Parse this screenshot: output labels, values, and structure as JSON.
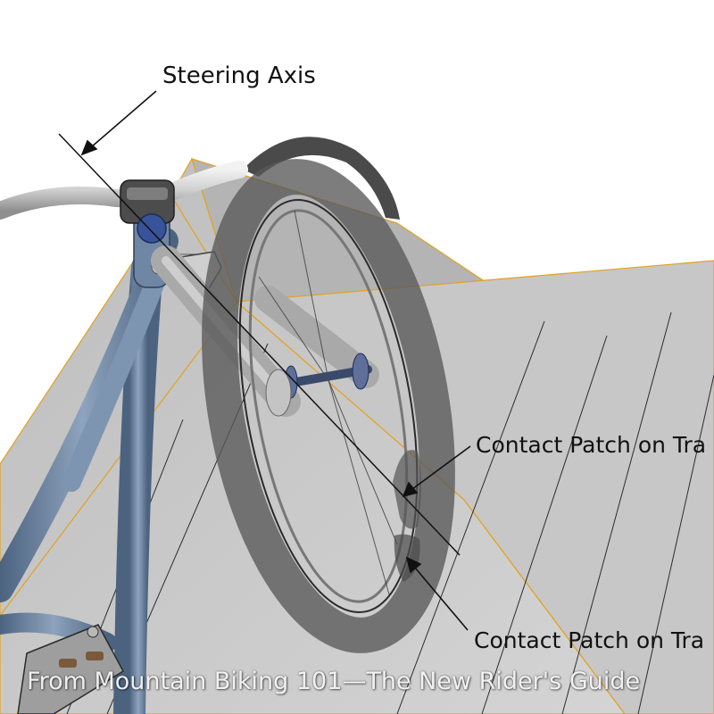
{
  "labels": {
    "steering_axis": "Steering Axis",
    "contact_patch_upper": "Contact Patch on Tra",
    "contact_patch_lower": "Contact Patch on Tra"
  },
  "caption": "From Mountain Biking 101—The New Rider's Guide",
  "colors": {
    "track_fill": "#c9c9c9",
    "track_edge": "#e3a11e",
    "frame": "#6f87a5",
    "tire": "#3f3f3f",
    "hub_accent": "#5f6f9a"
  }
}
